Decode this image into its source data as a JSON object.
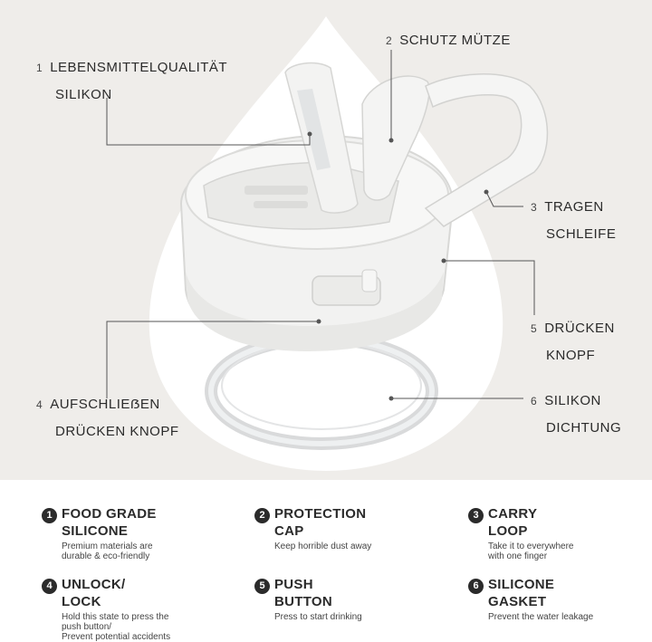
{
  "callouts": [
    {
      "num": "1",
      "line1": "LEBENSMITTELQUALITÄT",
      "line2": "SILIKON"
    },
    {
      "num": "2",
      "line1": "SCHUTZ MÜTZE",
      "line2": ""
    },
    {
      "num": "3",
      "line1": "TRAGEN",
      "line2": "SCHLEIFE"
    },
    {
      "num": "4",
      "line1": "AUFSCHLIEẞEN",
      "line2": "DRÜCKEN KNOPF"
    },
    {
      "num": "5",
      "line1": "DRÜCKEN",
      "line2": "KNOPF"
    },
    {
      "num": "6",
      "line1": "SILIKON",
      "line2": "DICHTUNG"
    }
  ],
  "features": [
    {
      "num": "1",
      "title1": "FOOD GRADE",
      "title2": "SILICONE",
      "desc1": "Premium materials are",
      "desc2": "durable & eco-friendly",
      "desc3": ""
    },
    {
      "num": "2",
      "title1": "PROTECTION",
      "title2": "CAP",
      "desc1": "Keep horrible dust away",
      "desc2": "",
      "desc3": ""
    },
    {
      "num": "3",
      "title1": "CARRY",
      "title2": "LOOP",
      "desc1": "Take it to everywhere",
      "desc2": "with one finger",
      "desc3": ""
    },
    {
      "num": "4",
      "title1": "UNLOCK/",
      "title2": "LOCK",
      "desc1": "Hold this state to press the",
      "desc2": "push button/",
      "desc3": "Prevent potential accidents"
    },
    {
      "num": "5",
      "title1": "PUSH",
      "title2": "BUTTON",
      "desc1": "Press to start drinking",
      "desc2": "",
      "desc3": ""
    },
    {
      "num": "6",
      "title1": "SILICONE",
      "title2": "GASKET",
      "desc1": "Prevent the water leakage",
      "desc2": "",
      "desc3": ""
    }
  ]
}
